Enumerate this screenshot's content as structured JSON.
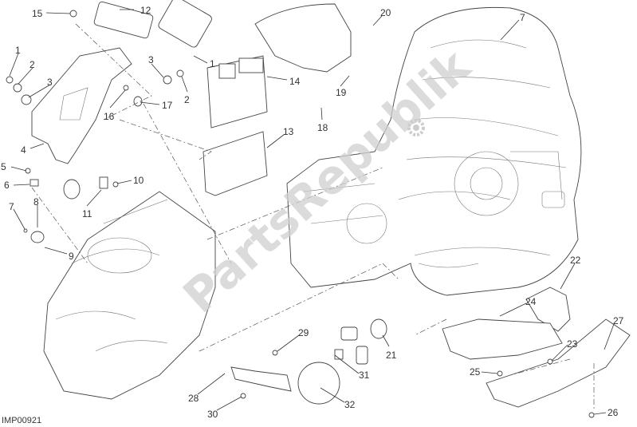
{
  "diagram_code": "IMP00921",
  "watermark": "PartsRepublik",
  "callouts": {
    "c15": "15",
    "c12": "12",
    "c1a": "1",
    "c2a": "2",
    "c3a": "3",
    "c3b": "3",
    "c1b": "1",
    "c2b": "2",
    "c14": "14",
    "c20": "20",
    "c7a": "7",
    "c4": "4",
    "c16": "16",
    "c17": "17",
    "c13": "13",
    "c19": "19",
    "c18": "18",
    "c5": "5",
    "c6": "6",
    "c10": "10",
    "c11": "11",
    "c7b": "7",
    "c8": "8",
    "c9": "9",
    "c22": "22",
    "c24": "24",
    "c23": "23",
    "c27": "27",
    "c21": "21",
    "c25": "25",
    "c26": "26",
    "c29": "29",
    "c31": "31",
    "c28": "28",
    "c32": "32",
    "c30": "30"
  },
  "colors": {
    "line": "#333333",
    "watermark": "#d0d0d0"
  }
}
